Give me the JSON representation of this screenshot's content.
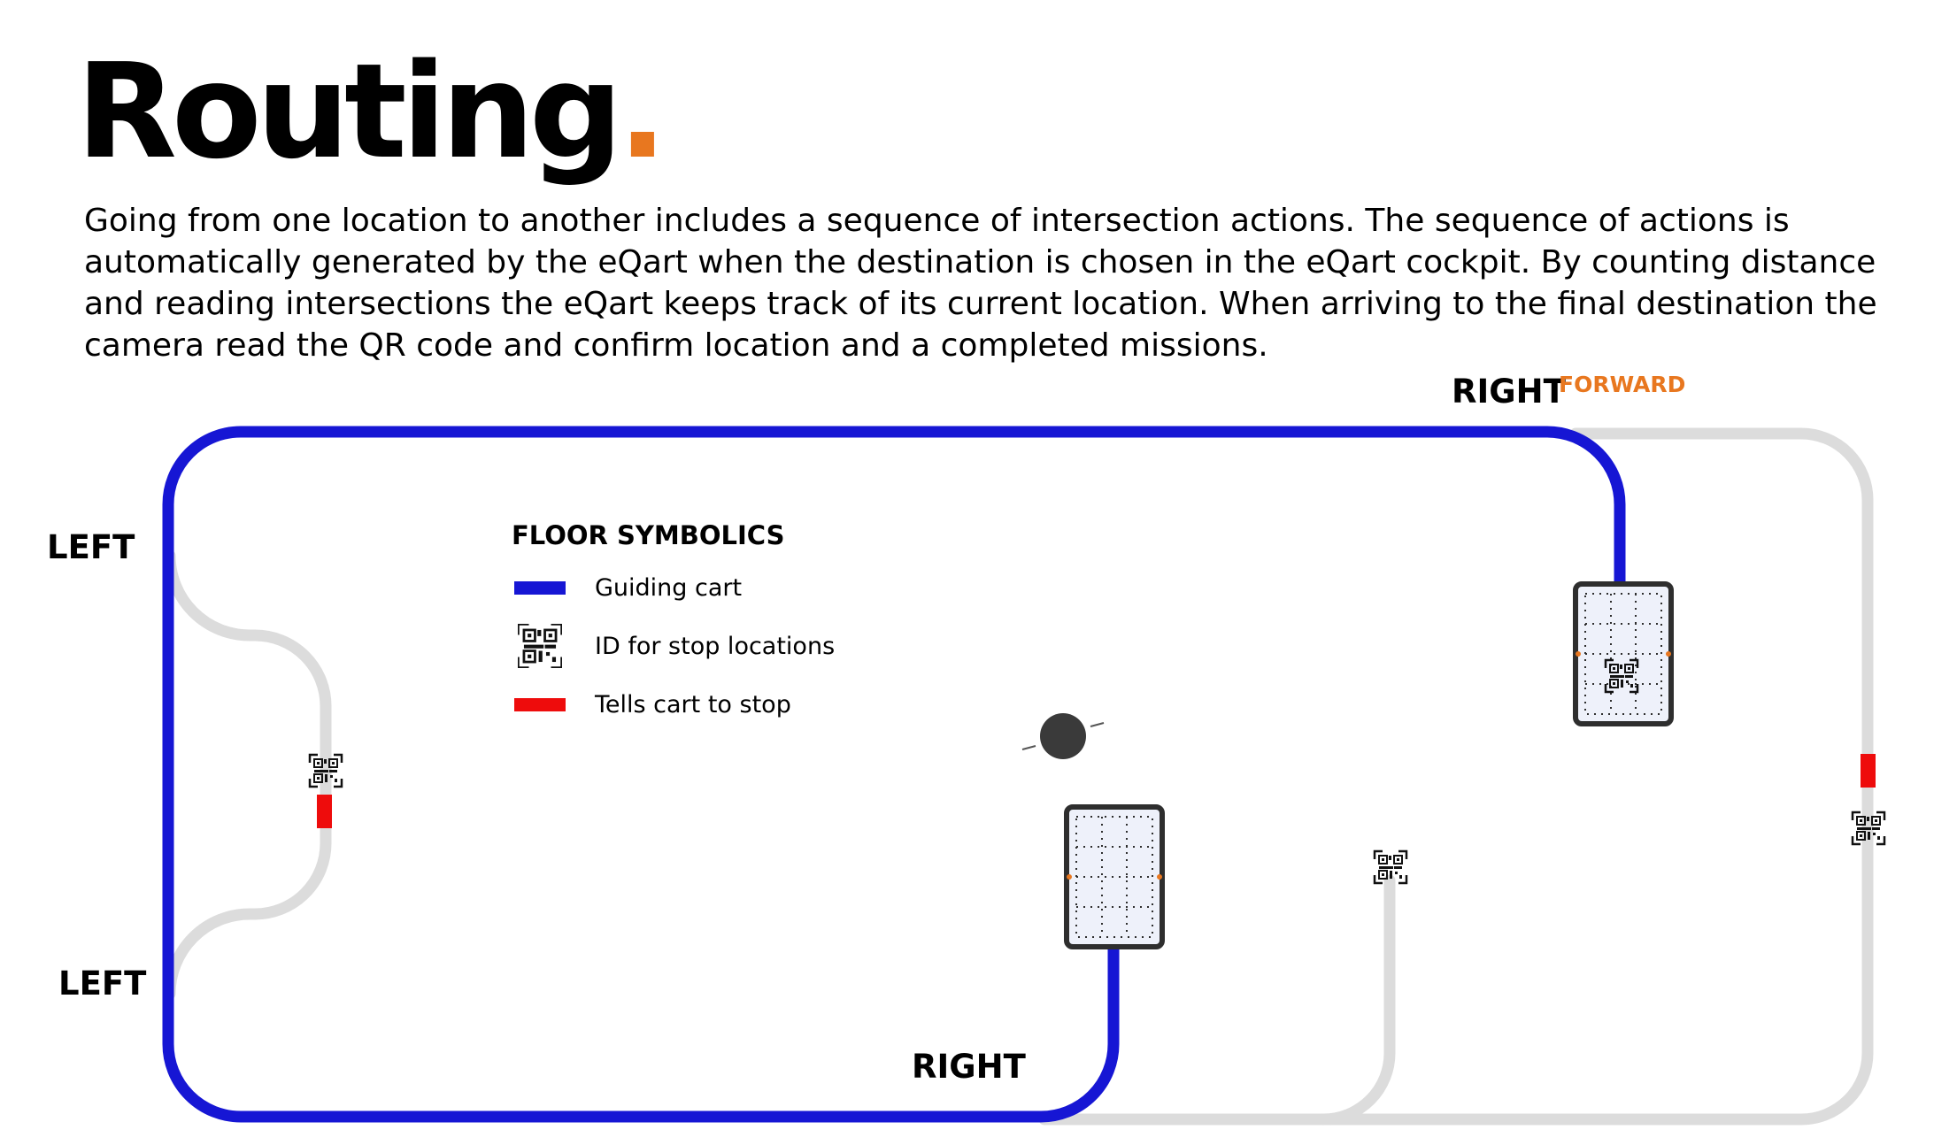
{
  "title": "Routing",
  "title_dot": ".",
  "description": "Going from one location to another includes a sequence of intersection actions. The sequence of actions is automatically generated by the eQart when the destination is chosen in the eQart cockpit. By counting distance and reading intersections the eQart keeps track of its current location. When arriving to the final destination the camera read the QR code and confirm location and a completed missions.",
  "labels": {
    "left_top": "LEFT",
    "left_bottom": "LEFT",
    "right_bottom": "RIGHT",
    "right_top": "RIGHT",
    "forward": "FORWARD"
  },
  "legend": {
    "title": "FLOOR SYMBOLICS",
    "items": [
      {
        "label": "Guiding cart",
        "symbol": "blue-line"
      },
      {
        "label": "ID for stop locations",
        "symbol": "qr-code-icon"
      },
      {
        "label": "Tells cart to stop",
        "symbol": "red-line"
      }
    ]
  },
  "colors": {
    "route": "#1616d4",
    "track": "#dcdcdc",
    "stop": "#ee0c0c",
    "accent": "#e8771f"
  }
}
